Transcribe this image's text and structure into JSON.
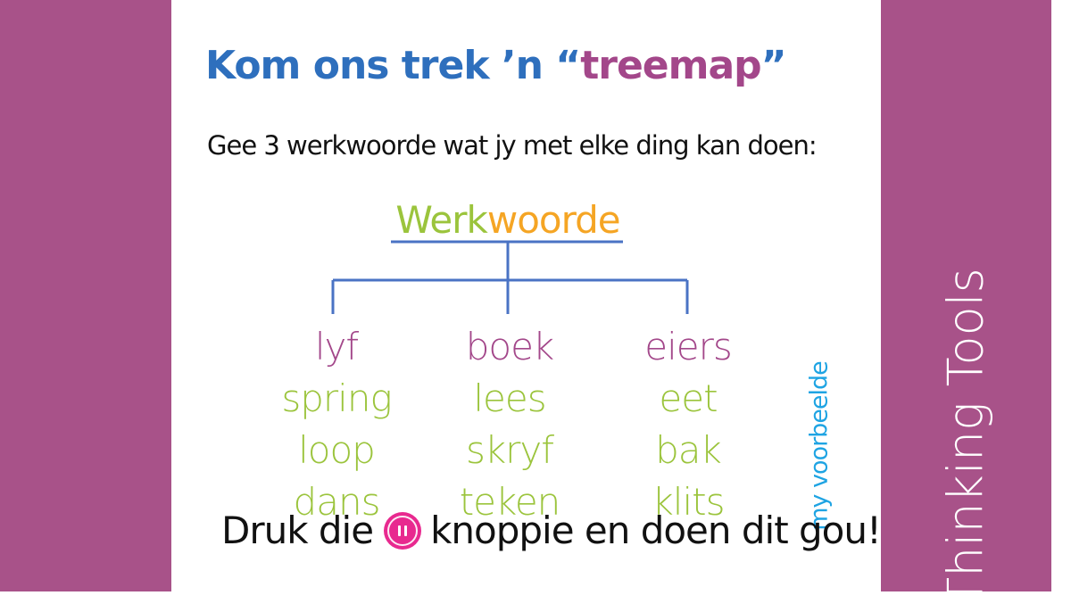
{
  "slide": {
    "title_part1": "Kom ons trek ’n “",
    "title_part2": "treemap",
    "title_part3": "”",
    "instruction": "Gee 3 werkwoorde wat jy met elke ding kan doen:",
    "side_caption": "Thinking Tools",
    "vertical_note": "my voorbeelde",
    "prompt_before": "Druk die",
    "prompt_after": "knoppie en doen dit gou!",
    "pause_icon": "pause-button-icon"
  },
  "tree": {
    "root_part1": "Werk",
    "root_part2": "woorde",
    "branches": [
      {
        "category": "lyf",
        "verbs": [
          "spring",
          "loop",
          "dans"
        ]
      },
      {
        "category": "boek",
        "verbs": [
          "lees",
          "skryf",
          "teken"
        ]
      },
      {
        "category": "eiers",
        "verbs": [
          "eet",
          "bak",
          "klits"
        ]
      }
    ]
  },
  "colors": {
    "side_bar": "#a85289",
    "title_blue": "#2e6fbd",
    "title_purple": "#a3478a",
    "category_purple": "#a3478a",
    "verb_green": "#9bc43c",
    "root_orange": "#f5a524",
    "connector_blue": "#4a73c4",
    "note_blue": "#1fa4e3",
    "pause_pink": "#e8298f"
  }
}
